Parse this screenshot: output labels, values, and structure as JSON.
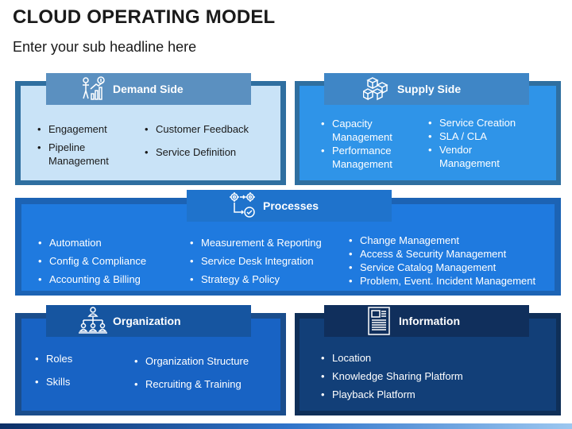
{
  "title": "CLOUD OPERATING MODEL",
  "subtitle": "Enter your sub headline here",
  "sections": {
    "demand": {
      "title": "Demand Side",
      "col1": [
        "Engagement",
        "Pipeline Management"
      ],
      "col2": [
        "Customer Feedback",
        "Service Definition"
      ],
      "icon": "growth-person-icon",
      "colors": {
        "frame": "#2f6fa0",
        "fill": "#c9e3f7",
        "tab": "#5b90c0"
      }
    },
    "supply": {
      "title": "Supply Side",
      "col1": [
        "Capacity Management",
        "Performance Management"
      ],
      "col2": [
        "Service Creation",
        "SLA / CLA",
        "Vendor Management"
      ],
      "icon": "boxes-icon",
      "colors": {
        "frame": "#2f6fa0",
        "fill": "#2f94e8",
        "tab": "#3f86c6"
      }
    },
    "processes": {
      "title": "Processes",
      "col1": [
        "Automation",
        "Config & Compliance",
        "Accounting & Billing"
      ],
      "col2": [
        "Measurement & Reporting",
        "Service Desk Integration",
        "Strategy & Policy"
      ],
      "col3": [
        "Change Management",
        "Access & Security Management",
        "Service Catalog Management",
        "Problem, Event. Incident Management"
      ],
      "icon": "process-gears-icon",
      "colors": {
        "frame": "#1c63b4",
        "fill": "#1f7adf",
        "tab": "#1f73cc"
      }
    },
    "organization": {
      "title": "Organization",
      "col1": [
        "Roles",
        "Skills"
      ],
      "col2": [
        "Organization Structure",
        "Recruiting & Training"
      ],
      "icon": "org-chart-icon",
      "colors": {
        "frame": "#1a4d8c",
        "fill": "#1863c4",
        "tab": "#1655a0"
      }
    },
    "information": {
      "title": "Information",
      "col1": [
        "Location",
        "Knowledge Sharing Platform",
        "Playback Platform"
      ],
      "icon": "document-icon",
      "colors": {
        "frame": "#0f2f58",
        "fill": "#123f78",
        "tab": "#102f5c"
      }
    }
  }
}
